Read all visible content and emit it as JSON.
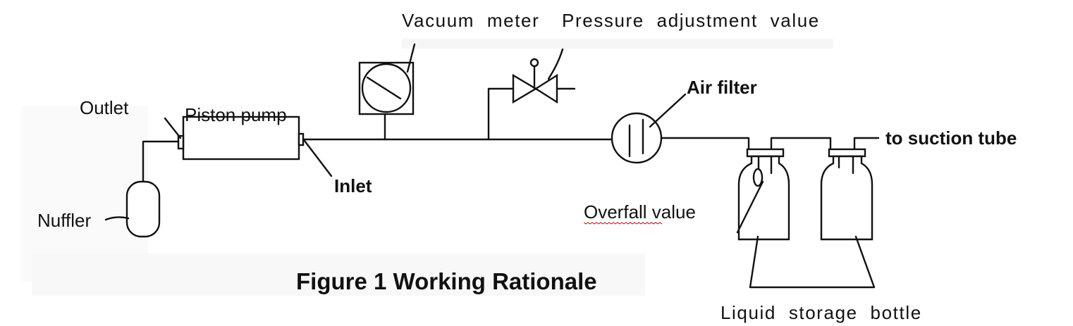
{
  "labels": {
    "vacuum_meter": "Vacuum meter",
    "pressure_valve": "Pressure adjustment value",
    "outlet": "Outlet",
    "piston_pump": "Piston pump",
    "inlet": "Inlet",
    "air_filter": "Air filter",
    "to_suction_tube": "to suction tube",
    "nuffler": "Nuffler",
    "overfall_value": "Overfall value",
    "liquid_storage_bottle": "Liquid storage bottle"
  },
  "title": "Figure 1 Working Rationale",
  "colors": {
    "line": "#111111",
    "spellcheck_underline": "#cc0000"
  }
}
